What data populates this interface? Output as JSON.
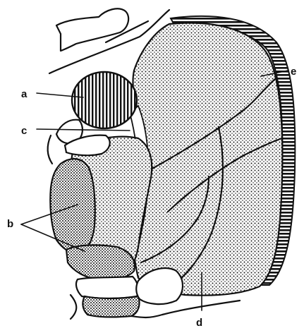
{
  "figure": {
    "labels": {
      "a": "a",
      "b": "b",
      "c": "c",
      "d": "d",
      "e": "e"
    }
  },
  "colors": {
    "ink": "#111111",
    "paper": "#ffffff"
  }
}
